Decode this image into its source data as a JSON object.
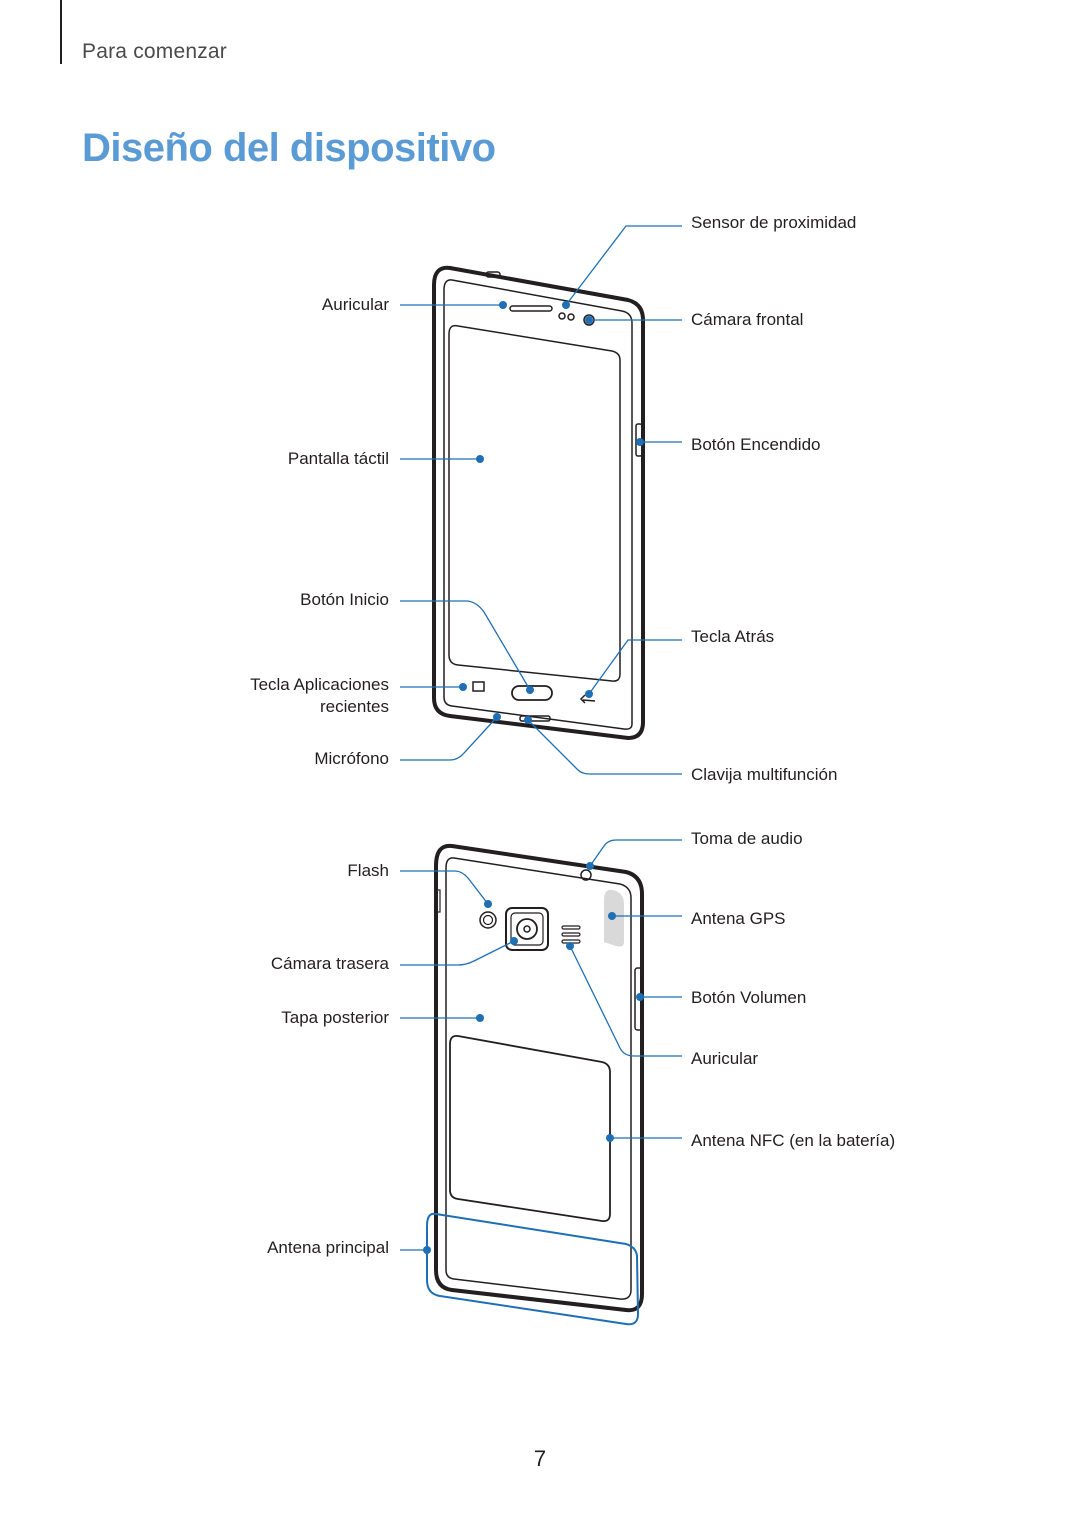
{
  "header": {
    "section": "Para comenzar",
    "title": "Diseño del dispositivo"
  },
  "front": {
    "labels_left": {
      "earpiece": "Auricular",
      "touchscreen": "Pantalla táctil",
      "home_button": "Botón Inicio",
      "recent_apps_line1": "Tecla Aplicaciones",
      "recent_apps_line2": "recientes",
      "microphone": "Micrófono"
    },
    "labels_right": {
      "proximity_sensor": "Sensor de proximidad",
      "front_camera": "Cámara frontal",
      "power_button": "Botón Encendido",
      "back_key": "Tecla Atrás",
      "multipurpose_jack": "Clavija multifunción"
    }
  },
  "back": {
    "labels_left": {
      "flash": "Flash",
      "rear_camera": "Cámara trasera",
      "back_cover": "Tapa posterior",
      "main_antenna": "Antena principal"
    },
    "labels_right": {
      "headset_jack": "Toma de audio",
      "gps_antenna": "Antena GPS",
      "volume_button": "Botón Volumen",
      "speaker": "Auricular",
      "nfc_antenna": "Antena NFC (en la batería)"
    }
  },
  "footer": {
    "page_number": "7"
  },
  "colors": {
    "accent": "#5b9bd5",
    "callout": "#1f6fb5",
    "device": "#231f20",
    "gps_fill": "#d9d9d9"
  }
}
